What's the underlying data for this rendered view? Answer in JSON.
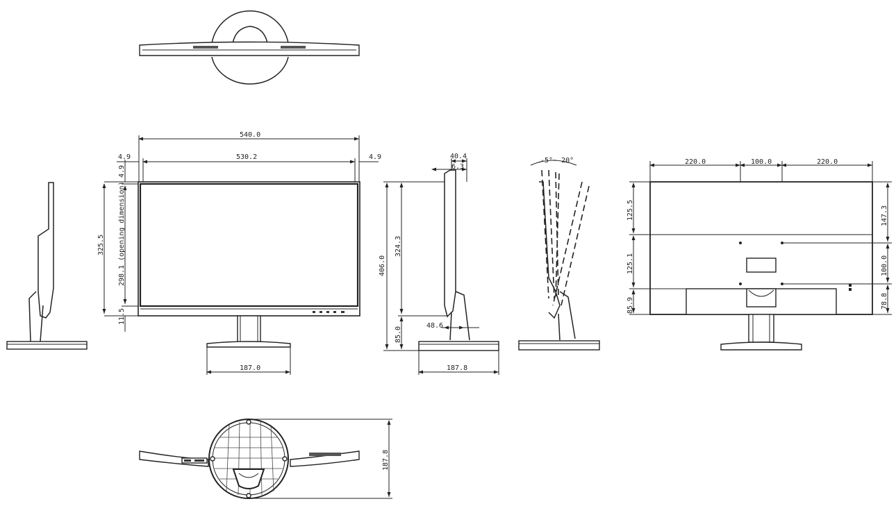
{
  "dimensions": {
    "overall_width": "540.0",
    "panel_width": "530.2",
    "left_bezel": "4.9",
    "right_bezel": "4.9",
    "top_bezel": "4.9",
    "screen_height": "325.5",
    "opening_dimension": "298.1 (opening dimension)",
    "bottom_bezel": "11.5",
    "front_base_width": "187.0",
    "side_depth_top": "40.4",
    "side_depth_panel": "6.3",
    "side_overall_height": "406.0",
    "side_panel_height": "324.3",
    "side_base_height": "85.0",
    "side_neck_offset": "48.6",
    "side_base_depth": "187.8",
    "tilt_angle": "-5°~ 20°",
    "back_left": "220.0",
    "back_center": "100.0",
    "back_right": "220.0",
    "back_left_top": "125.5",
    "back_left_mid": "125.1",
    "back_left_bottom": "85.9",
    "back_right_top": "147.3",
    "back_right_mid": "100.0",
    "back_right_bottom": "78.8",
    "bottom_base_depth": "187.8"
  },
  "views": [
    {
      "name": "top-view"
    },
    {
      "name": "left-side-view"
    },
    {
      "name": "front-view"
    },
    {
      "name": "side-view-dimensioned"
    },
    {
      "name": "tilt-view"
    },
    {
      "name": "back-view"
    },
    {
      "name": "bottom-view"
    }
  ]
}
